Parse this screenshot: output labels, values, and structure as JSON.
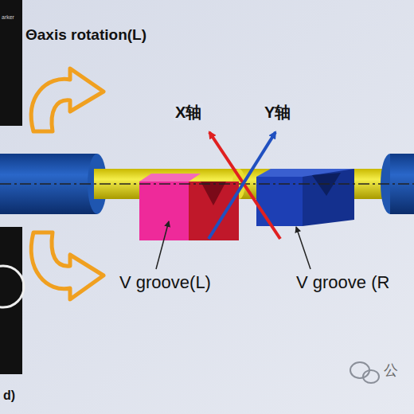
{
  "diagram": {
    "labels": [
      "arker",
      "Θaxis rotation(L)",
      "X轴",
      "Y轴",
      "V groove(L)",
      "V groove (R",
      "d)",
      "公"
    ]
  }
}
